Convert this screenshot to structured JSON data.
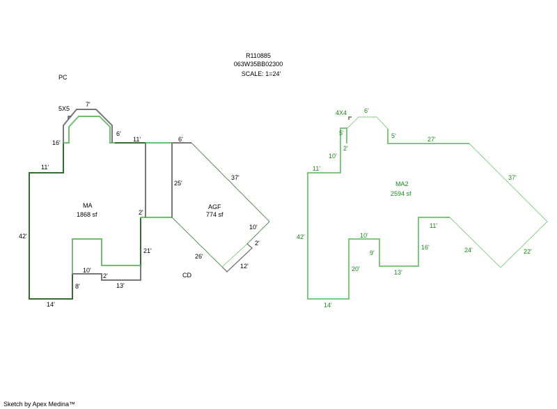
{
  "header": {
    "parcel_id": "R110885",
    "map_number": "063W35BB02300",
    "scale": "SCALE: 1=24'"
  },
  "footer": {
    "credit": "Sketch by Apex Medina™"
  },
  "area_labels": {
    "pc": "PC",
    "cd": "CD",
    "ma_name": "MA",
    "ma_area": "1868 sf",
    "agf_name": "AGF",
    "agf_area": "774 sf",
    "ma2_name": "MA2",
    "ma2_area": "2594 sf"
  },
  "left_dimensions": {
    "bay": "5X5",
    "bay_top": "7'",
    "bay_right": "6'",
    "left_16": "16'",
    "left_11": "11'",
    "left_42": "42'",
    "bottom_14": "14'",
    "step_8": "8'",
    "step_10": "10'",
    "step_2": "2'",
    "step_13": "13'",
    "right_21": "21'",
    "right_2": "2'",
    "top_11": "11'",
    "agf_6": "6'",
    "agf_25": "25'",
    "agf_37": "37'",
    "agf_10": "10'",
    "agf_2": "2'",
    "agf_12": "12'",
    "agf_26": "26'"
  },
  "right_dimensions": {
    "bay": "4X4",
    "top_6": "6'",
    "bay_left_5": "5'",
    "bay_right_5": "5'",
    "step_2": "2'",
    "step_10": "10'",
    "step_11": "11'",
    "top_27": "27'",
    "diag_37": "37'",
    "left_42": "42'",
    "bottom_14": "14'",
    "inner_20": "20'",
    "inner_10": "10'",
    "inner_9": "9'",
    "inner_13": "13'",
    "inner_16": "16'",
    "inner_11": "11'",
    "diag_24": "24'",
    "diag_22": "22'"
  }
}
